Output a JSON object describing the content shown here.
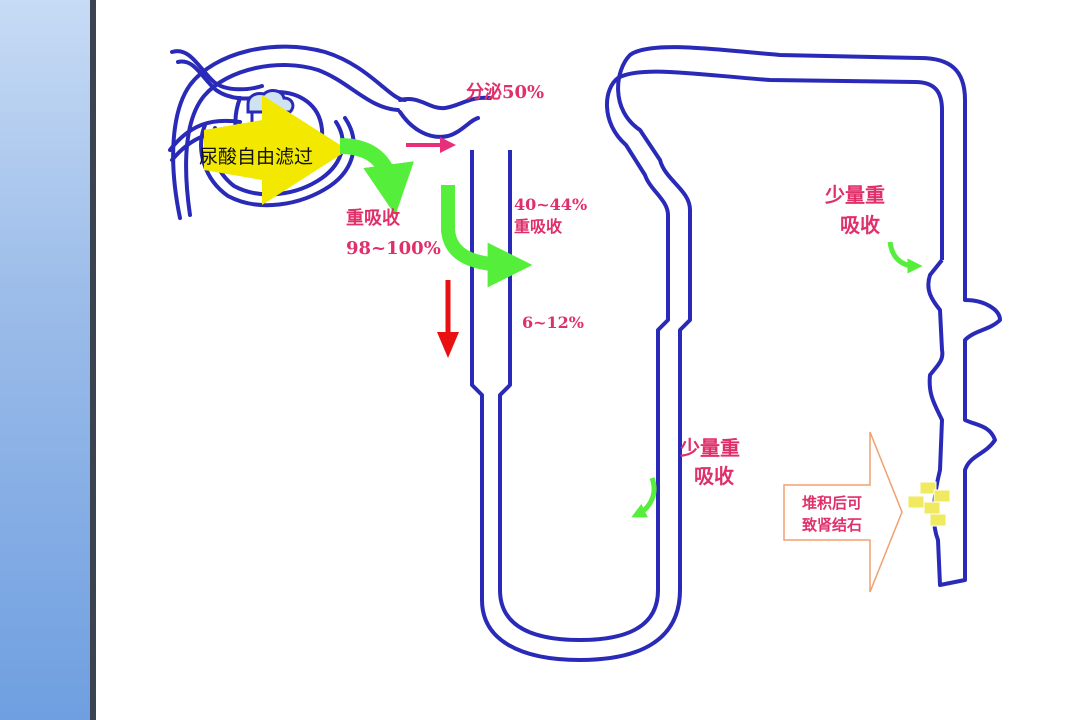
{
  "labels": {
    "filtration": "尿酸自由滤过",
    "secretion": "分泌50%",
    "reabsorb_main_1": "重吸收",
    "reabsorb_main_2": "98~100%",
    "reabsorb_prox_1": "40~44%",
    "reabsorb_prox_2": "重吸收",
    "percent_low": "6~12%",
    "small_right_1": "少量重",
    "small_right_2": "吸收",
    "small_mid_1": "少量重",
    "small_mid_2": "吸收",
    "stone_note_1": "堆积后可",
    "stone_note_2": "致肾结石"
  },
  "colors": {
    "tubule": "#2a2ab8",
    "reabsorb_arrow": "#55ee3a",
    "secretion_arrow": "#e8307a",
    "excretion_arrow": "#e81010",
    "filtration_arrow": "#f2e800",
    "label_text": "#e0306a",
    "crystal": "#f0ea60"
  }
}
